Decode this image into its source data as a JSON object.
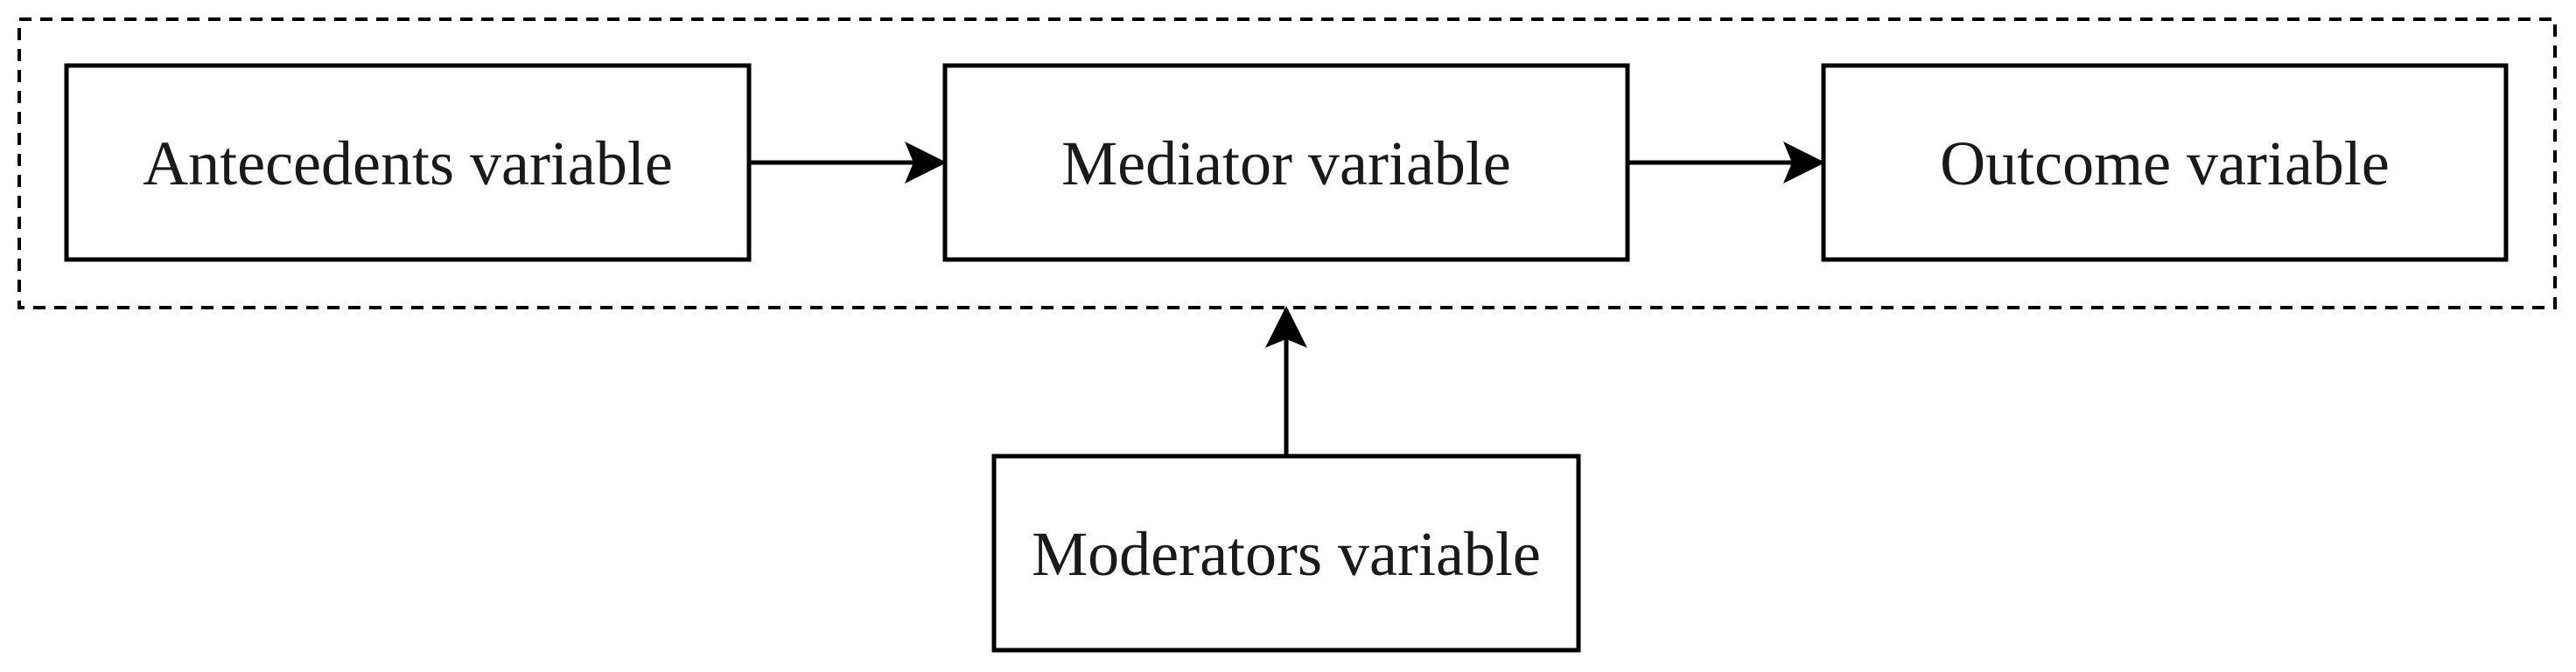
{
  "diagram": {
    "nodes": {
      "antecedents": {
        "label": "Antecedents variable"
      },
      "mediator": {
        "label": "Mediator variable"
      },
      "outcome": {
        "label": "Outcome variable"
      },
      "moderators": {
        "label": "Moderators variable"
      }
    },
    "edges": [
      {
        "from": "antecedents",
        "to": "mediator"
      },
      {
        "from": "mediator",
        "to": "outcome"
      },
      {
        "from": "moderators",
        "to": "dashed-group"
      }
    ],
    "colors": {
      "stroke": "#000000",
      "text": "#1a1a1a",
      "background": "#ffffff"
    }
  }
}
